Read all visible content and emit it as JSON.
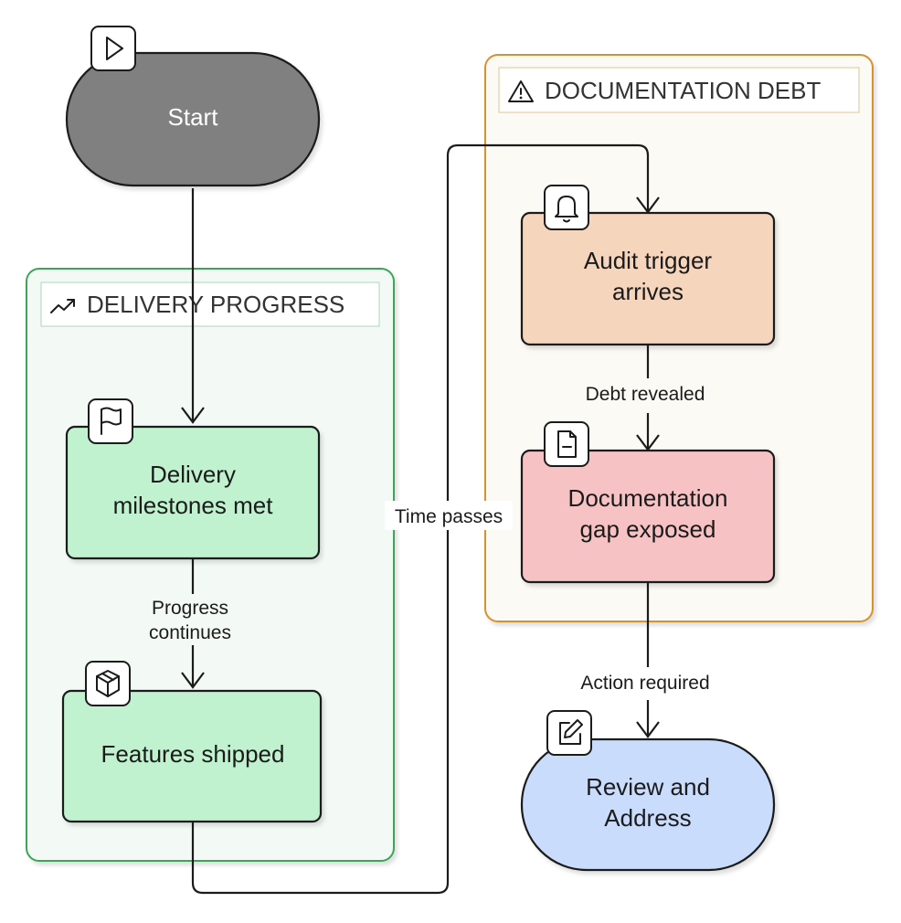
{
  "groups": {
    "delivery": {
      "title": "DELIVERY PROGRESS",
      "border": "#3aa655",
      "fill": "#f3faf5"
    },
    "documentation": {
      "title": "DOCUMENTATION DEBT",
      "border": "#d9912e",
      "fill": "#fbfaf4"
    }
  },
  "nodes": {
    "start": {
      "label": "Start",
      "fill": "#808080",
      "icon": "play-icon"
    },
    "delivery_milestones": {
      "line1": "Delivery",
      "line2": "milestones met",
      "fill": "#c0f2cf",
      "icon": "flag-icon"
    },
    "features_shipped": {
      "label": "Features shipped",
      "fill": "#c0f2cf",
      "icon": "package-icon"
    },
    "audit_trigger": {
      "line1": "Audit trigger",
      "line2": "arrives",
      "fill": "#f6d5bd",
      "icon": "bell-icon"
    },
    "documentation_gap": {
      "line1": "Documentation",
      "line2": "gap exposed",
      "fill": "#f7c2c4",
      "icon": "file-icon"
    },
    "review_address": {
      "line1": "Review and",
      "line2": "Address",
      "fill": "#c9dcfb",
      "icon": "edit-icon"
    }
  },
  "edges": {
    "progress_continues": {
      "line1": "Progress",
      "line2": "continues"
    },
    "time_passes": {
      "label": "Time passes"
    },
    "debt_revealed": {
      "label": "Debt revealed"
    },
    "action_required": {
      "label": "Action required"
    }
  }
}
